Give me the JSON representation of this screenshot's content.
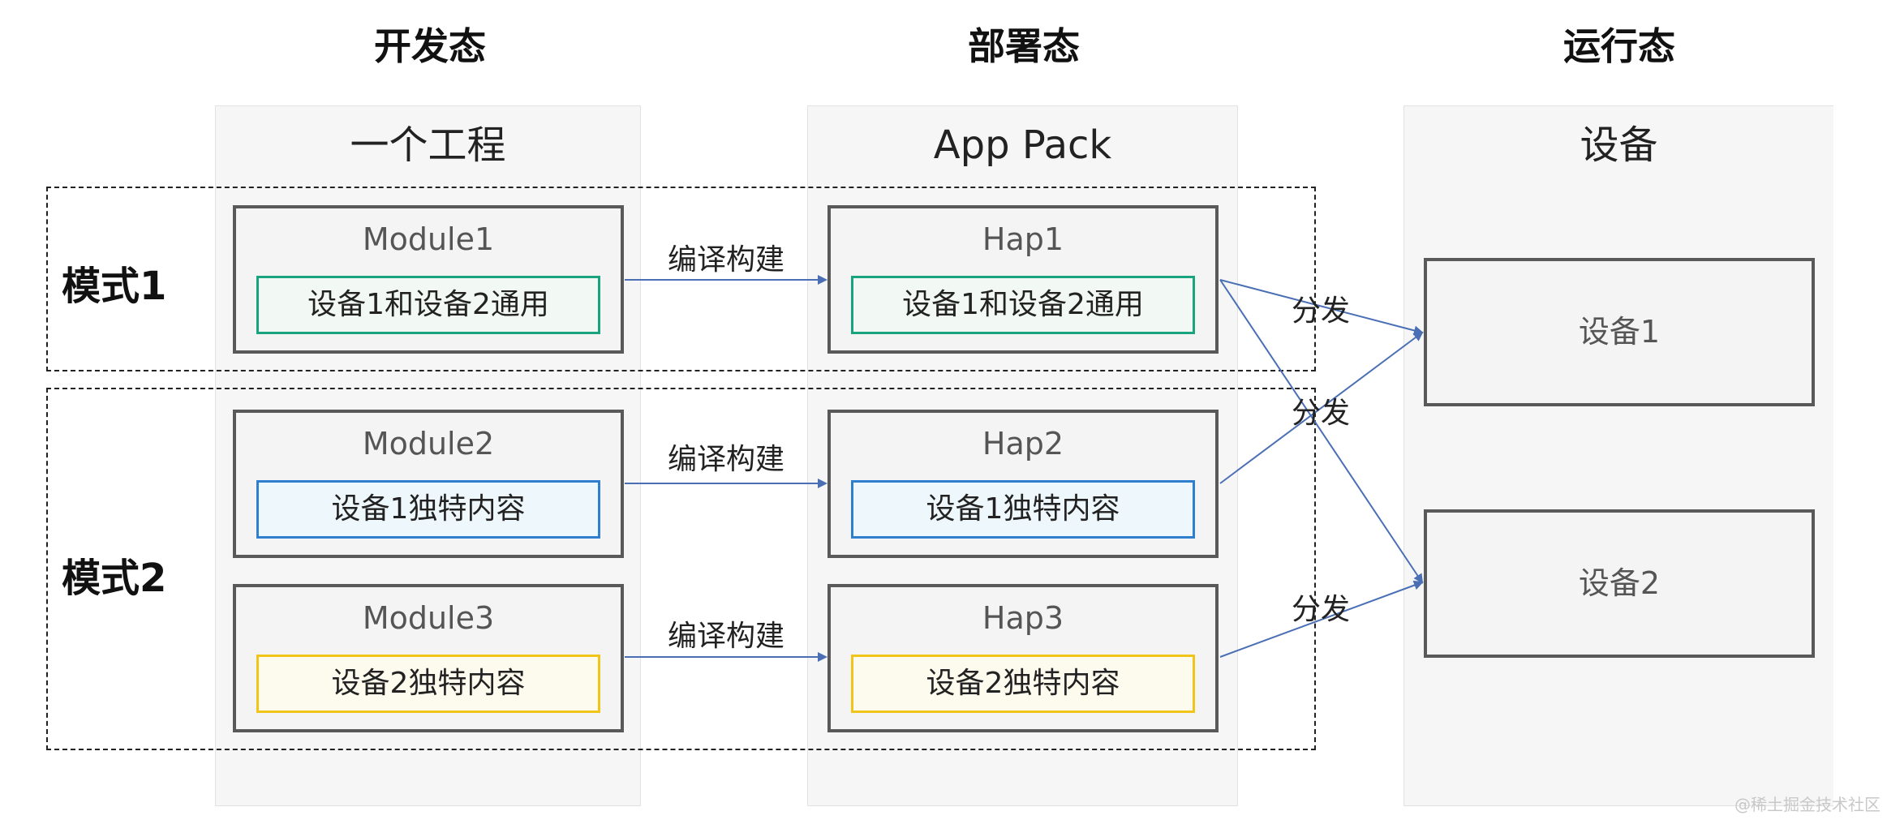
{
  "stages": [
    "开发态",
    "部署态",
    "运行态"
  ],
  "columns": {
    "dev": "一个工程",
    "deploy": "App Pack",
    "runtime": "设备"
  },
  "modes": [
    "模式1",
    "模式2"
  ],
  "modules": [
    {
      "name": "Module1",
      "content": "设备1和设备2通用",
      "color": "#1aa37f"
    },
    {
      "name": "Module2",
      "content": "设备1独特内容",
      "color": "#2f7fd1"
    },
    {
      "name": "Module3",
      "content": "设备2独特内容",
      "color": "#f0c419"
    }
  ],
  "haps": [
    {
      "name": "Hap1",
      "content": "设备1和设备2通用",
      "color": "#1aa37f"
    },
    {
      "name": "Hap2",
      "content": "设备1独特内容",
      "color": "#2f7fd1"
    },
    {
      "name": "Hap3",
      "content": "设备2独特内容",
      "color": "#f0c419"
    }
  ],
  "devices": [
    "设备1",
    "设备2"
  ],
  "edges": {
    "build_label": "编译构建",
    "distribute_label": "分发",
    "arrow_color": "#4a6fb5"
  },
  "watermark": "@稀土掘金技术社区"
}
